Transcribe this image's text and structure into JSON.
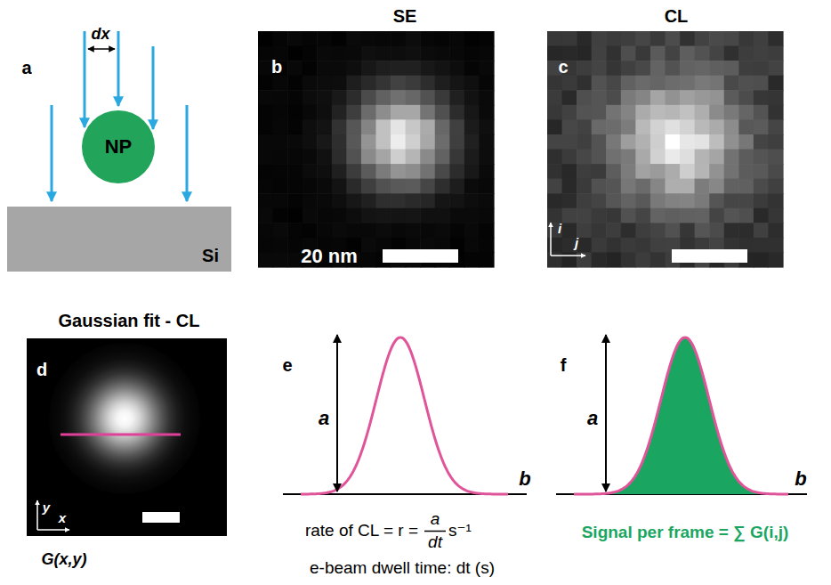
{
  "diagram": {
    "nodes": [
      {
        "text": [
          "NP"
        ]
      },
      {
        "text": [
          "Si"
        ]
      }
    ],
    "labels": [
      "a",
      "dx",
      "SE",
      "b",
      "20 nm",
      "CL",
      "c",
      "i",
      "j",
      "Gaussian fit - CL",
      "d",
      "y",
      "x",
      "G(x,y)",
      "e",
      "a",
      "b",
      "rate of CL = r =",
      "a",
      "dt",
      "s⁻¹",
      "e-beam dwell time: dt (s)",
      "f",
      "a",
      "b",
      "Signal per frame = ∑ G(i,j)"
    ]
  }
}
